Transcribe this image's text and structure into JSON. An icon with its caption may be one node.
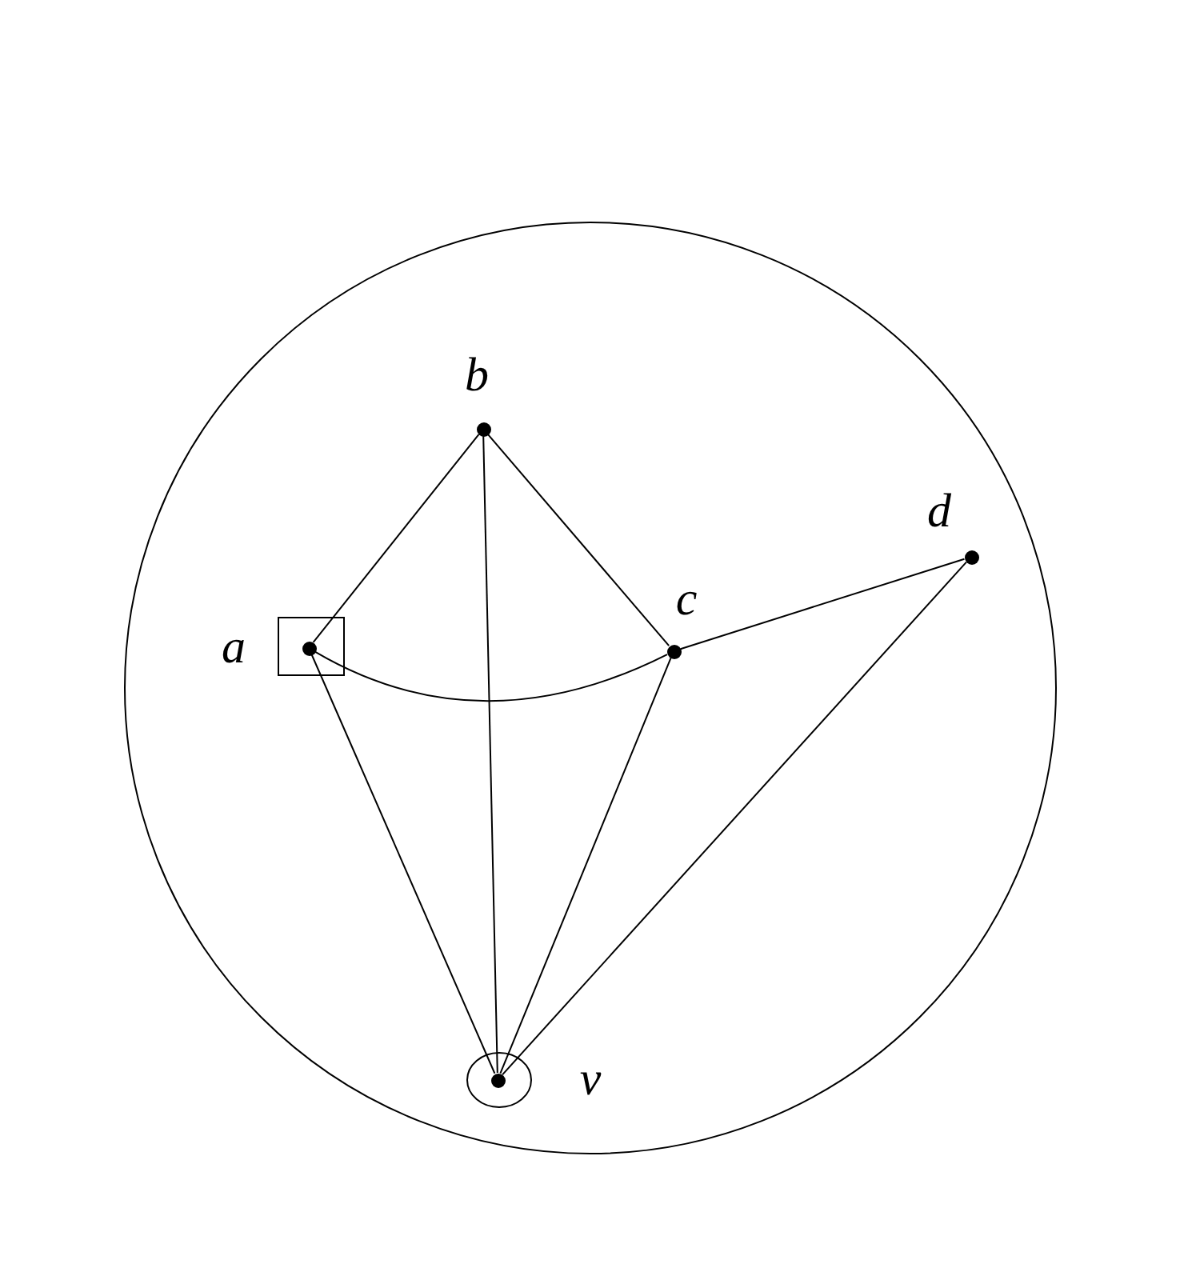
{
  "diagram": {
    "nodes": [
      {
        "text": [
          "a"
        ]
      },
      {
        "text": [
          "b"
        ]
      },
      {
        "text": [
          "c"
        ]
      },
      {
        "text": [
          "d"
        ]
      },
      {
        "text": [
          "v"
        ]
      }
    ],
    "edges": [
      {
        "from": 0,
        "to": 1,
        "arrow": "none"
      },
      {
        "from": 1,
        "to": 2,
        "arrow": "none"
      },
      {
        "from": 0,
        "to": 2,
        "arrow": "none"
      },
      {
        "from": 2,
        "to": 3,
        "arrow": "none"
      },
      {
        "from": 0,
        "to": 4,
        "arrow": "none"
      },
      {
        "from": 1,
        "to": 4,
        "arrow": "none"
      },
      {
        "from": 2,
        "to": 4,
        "arrow": "none"
      },
      {
        "from": 3,
        "to": 4,
        "arrow": "none"
      }
    ]
  }
}
